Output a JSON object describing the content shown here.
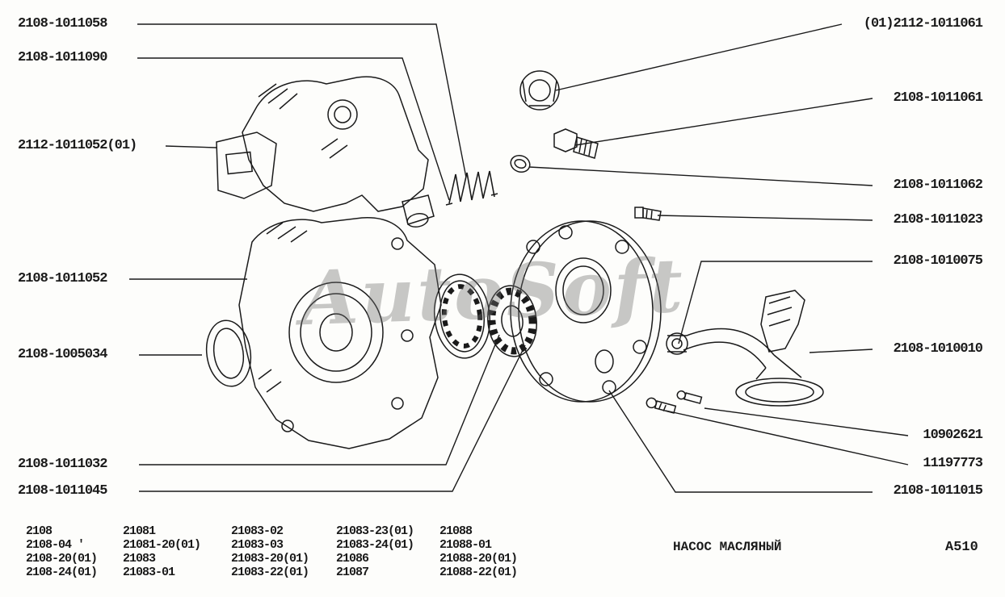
{
  "watermark": "AutoSoft",
  "caption": {
    "title": "НАСОС МАСЛЯНЫЙ",
    "sheet_code": "А510"
  },
  "labels_left": [
    {
      "text": "2108-1011058"
    },
    {
      "text": "2108-1011090"
    },
    {
      "text": "2112-1011052(01)"
    },
    {
      "text": "2108-1011052"
    },
    {
      "text": "2108-1005034"
    },
    {
      "text": "2108-1011032"
    },
    {
      "text": "2108-1011045"
    }
  ],
  "labels_right": [
    {
      "text": "(01)2112-1011061"
    },
    {
      "text": "2108-1011061"
    },
    {
      "text": "2108-1011062"
    },
    {
      "text": "2108-1011023"
    },
    {
      "text": "2108-1010075"
    },
    {
      "text": "2108-1010010"
    },
    {
      "text": "10902621"
    },
    {
      "text": "11197773"
    },
    {
      "text": "2108-1011015"
    }
  ],
  "table": {
    "columns": [
      {
        "rows": [
          "2108",
          "2108-04 '",
          "2108-20(01)",
          "2108-24(01)"
        ]
      },
      {
        "rows": [
          "21081",
          "21081-20(01)",
          "21083",
          "21083-01"
        ]
      },
      {
        "rows": [
          "21083-02",
          "21083-03",
          "21083-20(01)",
          "21083-22(01)"
        ]
      },
      {
        "rows": [
          "21083-23(01)",
          "21083-24(01)",
          "21086",
          "21087"
        ]
      },
      {
        "rows": [
          "21088",
          "21088-01",
          "21088-20(01)",
          "21088-22(01)"
        ]
      }
    ]
  }
}
